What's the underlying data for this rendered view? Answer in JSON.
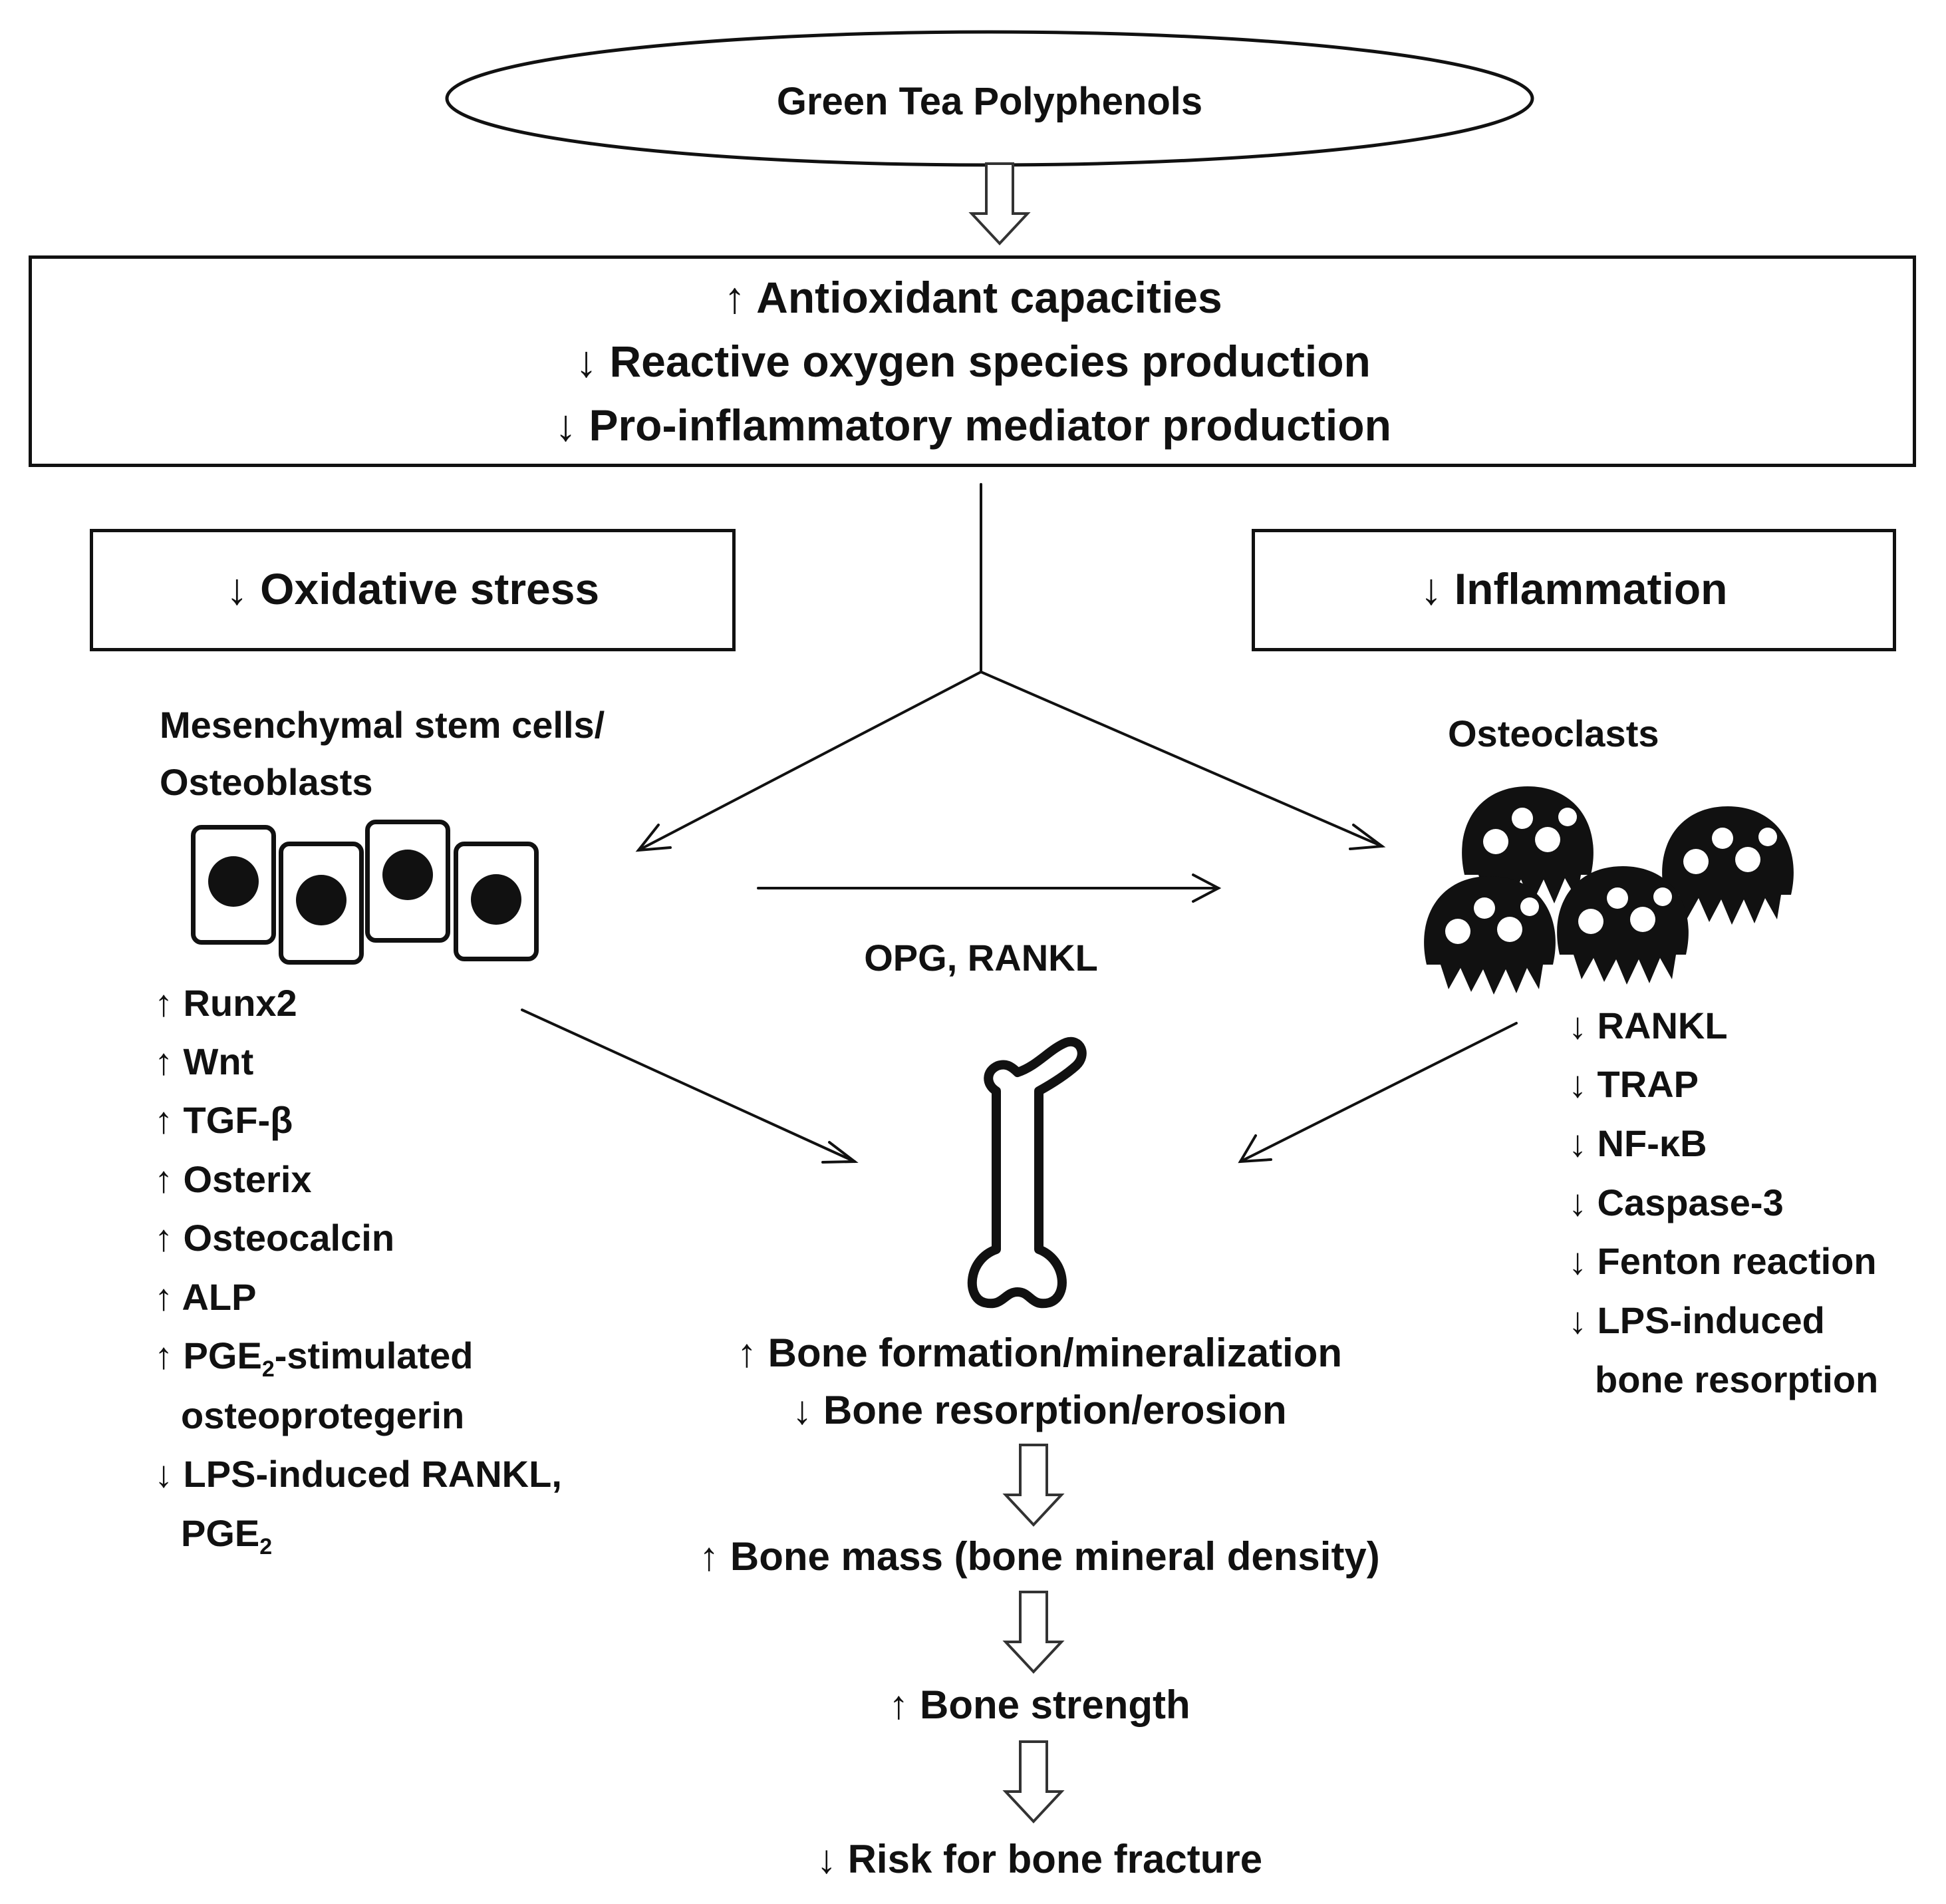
{
  "top": {
    "title": "Green Tea Polyphenols"
  },
  "effects_box": {
    "lines": [
      "↑ Antioxidant capacities",
      "↓ Reactive oxygen species production",
      "↓ Pro-inflammatory mediator production"
    ]
  },
  "left_box": {
    "label": "↓ Oxidative stress"
  },
  "right_box": {
    "label": "↓ Inflammation"
  },
  "left_cells": {
    "label_line1": "Mesenchymal stem cells/",
    "label_line2": "Osteoblasts",
    "markers": [
      "↑ Runx2",
      "↑ Wnt",
      "↑ TGF-β",
      "↑ Osterix",
      "↑ Osteocalcin",
      "↑ ALP"
    ],
    "pge_line1_arrow": "↑ PGE",
    "pge_sub": "2",
    "pge_line1_rest": "-stimulated",
    "pge_line2": "osteoprotegerin",
    "lps_line1": "↓ LPS-induced RANKL,",
    "lps_line2": "PGE",
    "lps_sub": "2"
  },
  "right_cells": {
    "label": "Osteoclasts",
    "markers": [
      "↓ RANKL",
      "↓ TRAP",
      "↓ NF-κB",
      "↓ Caspase-3",
      "↓ Fenton reaction",
      "↓ LPS-induced"
    ],
    "last_line2": "bone resorption"
  },
  "middle": {
    "signal_label": "OPG, RANKL",
    "outcome_line1": "↑ Bone formation/mineralization",
    "outcome_line2": "↓ Bone resorption/erosion",
    "bone_mass": "↑ Bone mass (bone mineral density)",
    "bone_strength": "↑ Bone strength",
    "fracture_risk": "↓ Risk for bone fracture"
  }
}
